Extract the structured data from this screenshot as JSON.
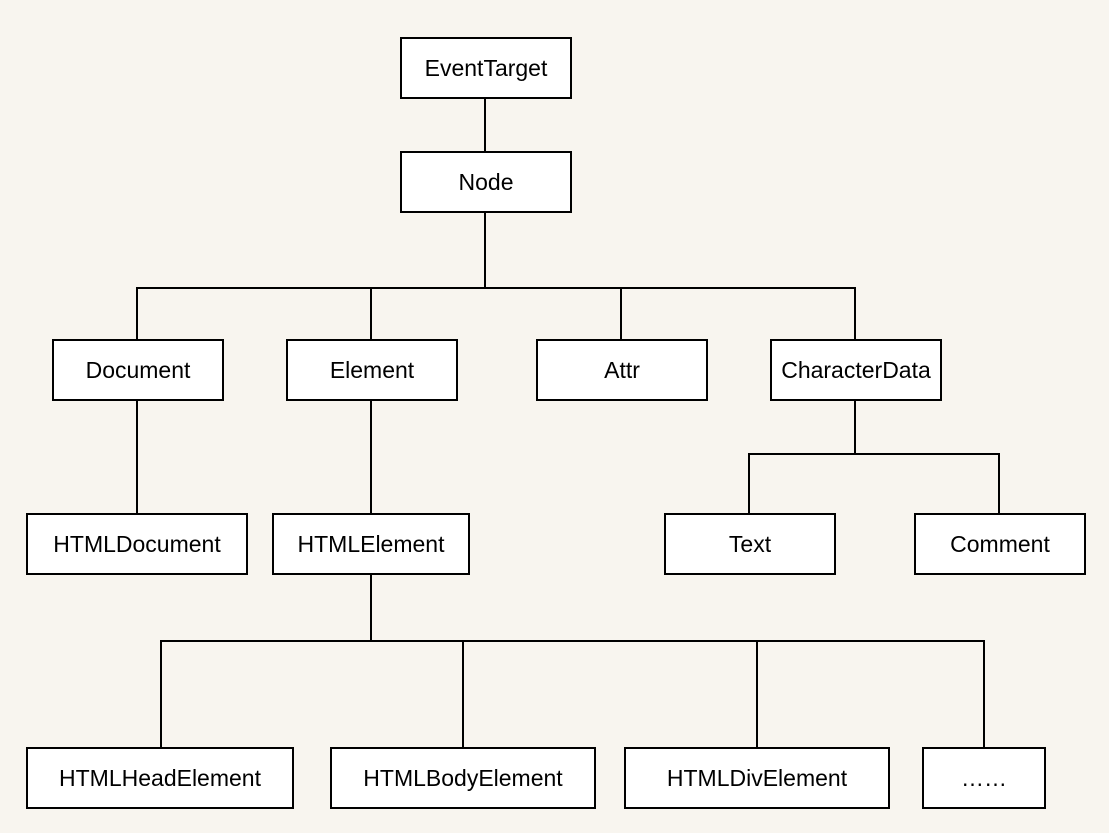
{
  "nodes": {
    "event_target": "EventTarget",
    "node": "Node",
    "document": "Document",
    "element": "Element",
    "attr": "Attr",
    "character_data": "CharacterData",
    "html_document": "HTMLDocument",
    "html_element": "HTMLElement",
    "text": "Text",
    "comment": "Comment",
    "html_head_element": "HTMLHeadElement",
    "html_body_element": "HTMLBodyElement",
    "html_div_element": "HTMLDivElement",
    "more": "……"
  },
  "colors": {
    "background": "#f8f5ef",
    "box_fill": "#ffffff",
    "stroke": "#000000"
  }
}
